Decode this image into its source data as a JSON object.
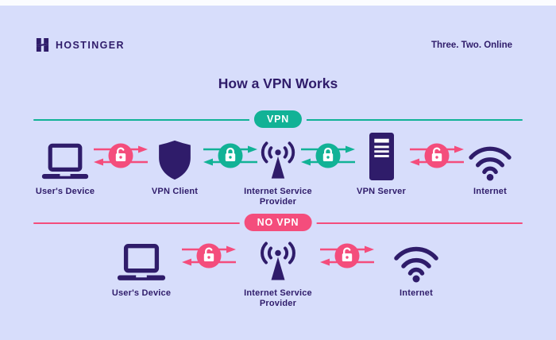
{
  "header": {
    "brand": "HOSTINGER",
    "tagline": "Three. Two. Online"
  },
  "title": "How a VPN Works",
  "colors": {
    "background": "#d7ddfb",
    "ink": "#2f1c6a",
    "teal": "#12b296",
    "pink": "#f44d7c"
  },
  "sections": [
    {
      "badge": "VPN",
      "badge_color": "#12b296",
      "nodes": [
        {
          "label": "User's Device",
          "icon": "laptop"
        },
        {
          "label": "VPN Client",
          "icon": "shield"
        },
        {
          "label": "Internet Service Provider",
          "icon": "antenna"
        },
        {
          "label": "VPN Server",
          "icon": "server"
        },
        {
          "label": "Internet",
          "icon": "wifi"
        }
      ],
      "links": [
        {
          "between": [
            "User's Device",
            "VPN Client"
          ],
          "lock": "open",
          "color": "#f44d7c"
        },
        {
          "between": [
            "VPN Client",
            "Internet Service Provider"
          ],
          "lock": "closed",
          "color": "#12b296"
        },
        {
          "between": [
            "Internet Service Provider",
            "VPN Server"
          ],
          "lock": "closed",
          "color": "#12b296"
        },
        {
          "between": [
            "VPN Server",
            "Internet"
          ],
          "lock": "open",
          "color": "#f44d7c"
        }
      ]
    },
    {
      "badge": "NO VPN",
      "badge_color": "#f44d7c",
      "nodes": [
        {
          "label": "User's Device",
          "icon": "laptop"
        },
        {
          "label": "Internet Service Provider",
          "icon": "antenna"
        },
        {
          "label": "Internet",
          "icon": "wifi"
        }
      ],
      "links": [
        {
          "between": [
            "User's Device",
            "Internet Service Provider"
          ],
          "lock": "open",
          "color": "#f44d7c"
        },
        {
          "between": [
            "Internet Service Provider",
            "Internet"
          ],
          "lock": "open",
          "color": "#f44d7c"
        }
      ]
    }
  ]
}
